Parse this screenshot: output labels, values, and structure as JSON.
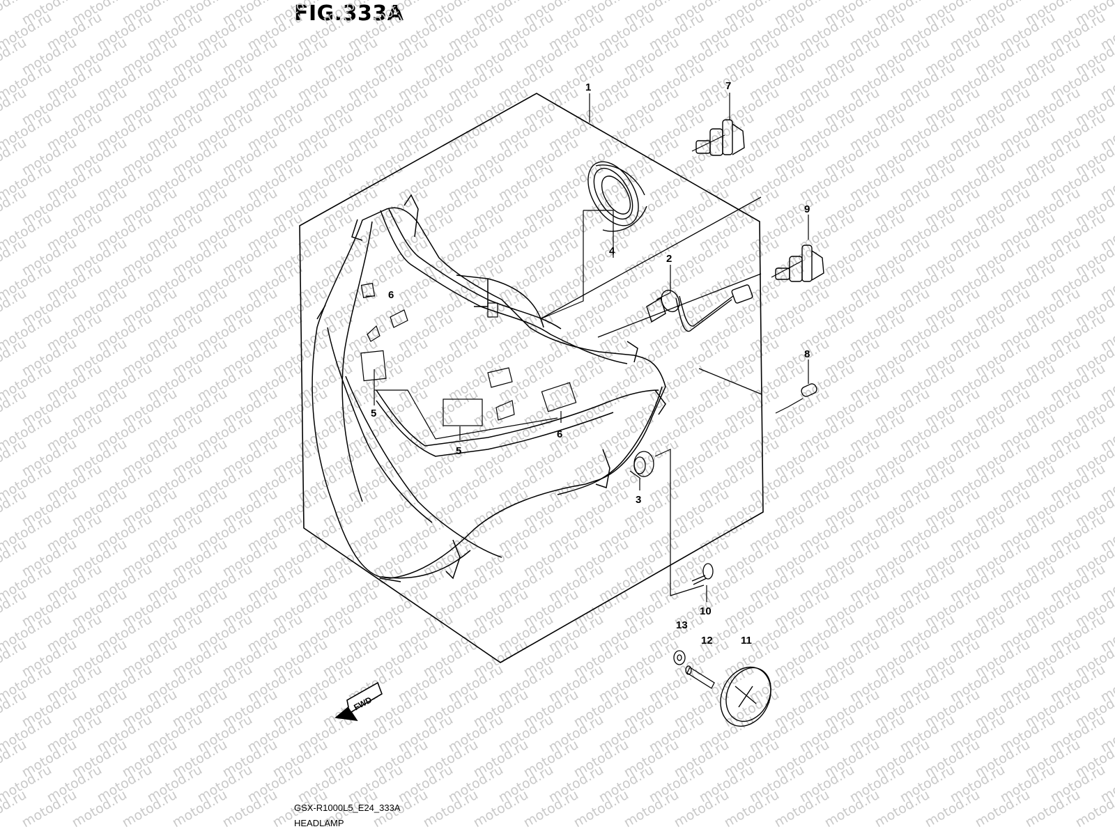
{
  "figure": {
    "title": "FIG.333A",
    "code": "GSX-R1000L5_E24_333A",
    "name": "HEADLAMP"
  },
  "watermark": "motod.ru",
  "fwd_label": "FWD",
  "callouts": [
    "1",
    "2",
    "3",
    "4",
    "5",
    "5",
    "6",
    "6",
    "7",
    "8",
    "9",
    "10",
    "11",
    "12",
    "13"
  ]
}
